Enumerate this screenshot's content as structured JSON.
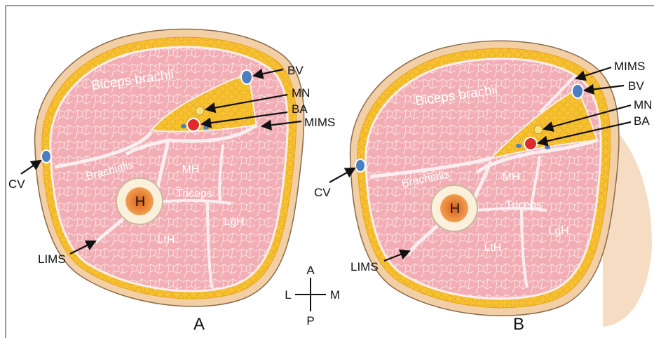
{
  "colors": {
    "muscle": "#f2aeb4",
    "muscle_dark": "#e48f98",
    "fat": "#f7c232",
    "fat_edge": "#e6a21c",
    "skin": "#f3cfa6",
    "skin_edge": "#8a6a4a",
    "fascia": "#fbeef0",
    "bone": "#faf0dc",
    "marrow": "#e9812f",
    "artery": "#e22a2a",
    "vein": "#4d7fc0",
    "nerve": "#f7e17a"
  },
  "panels": [
    {
      "caption": "A",
      "muscles": {
        "biceps": "Biceps brachii",
        "brachialis": "Brachialis",
        "medial_head": "MH",
        "triceps": "Triceps",
        "long_head": "LgH",
        "lateral_head": "LtH",
        "humerus": "H"
      },
      "callouts": {
        "bv": "BV",
        "mn": "MN",
        "ba": "BA",
        "mims": "MIMS",
        "cv": "CV",
        "lims": "LIMS"
      }
    },
    {
      "caption": "B",
      "muscles": {
        "biceps": "Biceps brachii",
        "brachialis": "Brachialis",
        "medial_head": "MH",
        "triceps": "Triceps",
        "long_head": "LgH",
        "lateral_head": "LtH",
        "humerus": "H"
      },
      "callouts": {
        "mims": "MIMS",
        "bv": "BV",
        "mn": "MN",
        "ba": "BA",
        "cv": "CV",
        "lims": "LIMS"
      }
    }
  ],
  "compass": {
    "anterior": "A",
    "posterior": "P",
    "lateral": "L",
    "medial": "M"
  }
}
